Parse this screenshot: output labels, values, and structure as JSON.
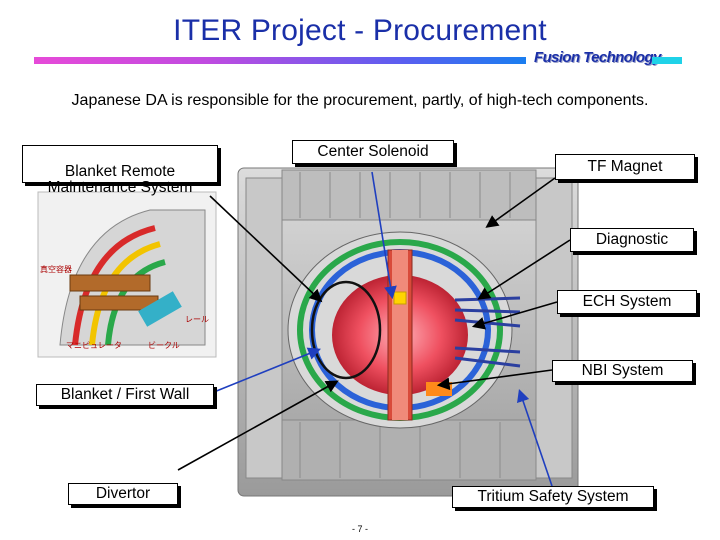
{
  "slide": {
    "title": "ITER Project - Procurement",
    "brand": "Fusion Technology",
    "subtitle": "Japanese DA is responsible for the procurement, partly, of high-tech components.",
    "page_number": "- 7 -"
  },
  "callouts": {
    "blanket_remote": "Blanket Remote\nMaintenance System",
    "center_solenoid": "Center Solenoid",
    "tf_magnet": "TF Magnet",
    "diagnostic": "Diagnostic",
    "ech_system": "ECH System",
    "nbi_system": "NBI System",
    "blanket_first_wall": "Blanket / First Wall",
    "divertor": "Divertor",
    "tritium": "Tritium Safety System"
  },
  "inset_labels": {
    "vacuum_vessel": "真空容器",
    "rail": "レール",
    "manipulator": "マニピュレータ",
    "vehicle": "ビークル"
  },
  "colors": {
    "title": "#1a2fa8",
    "arrow_black": "#000000",
    "arrow_blue": "#1f3fbf",
    "plasma": "#e8304a"
  }
}
